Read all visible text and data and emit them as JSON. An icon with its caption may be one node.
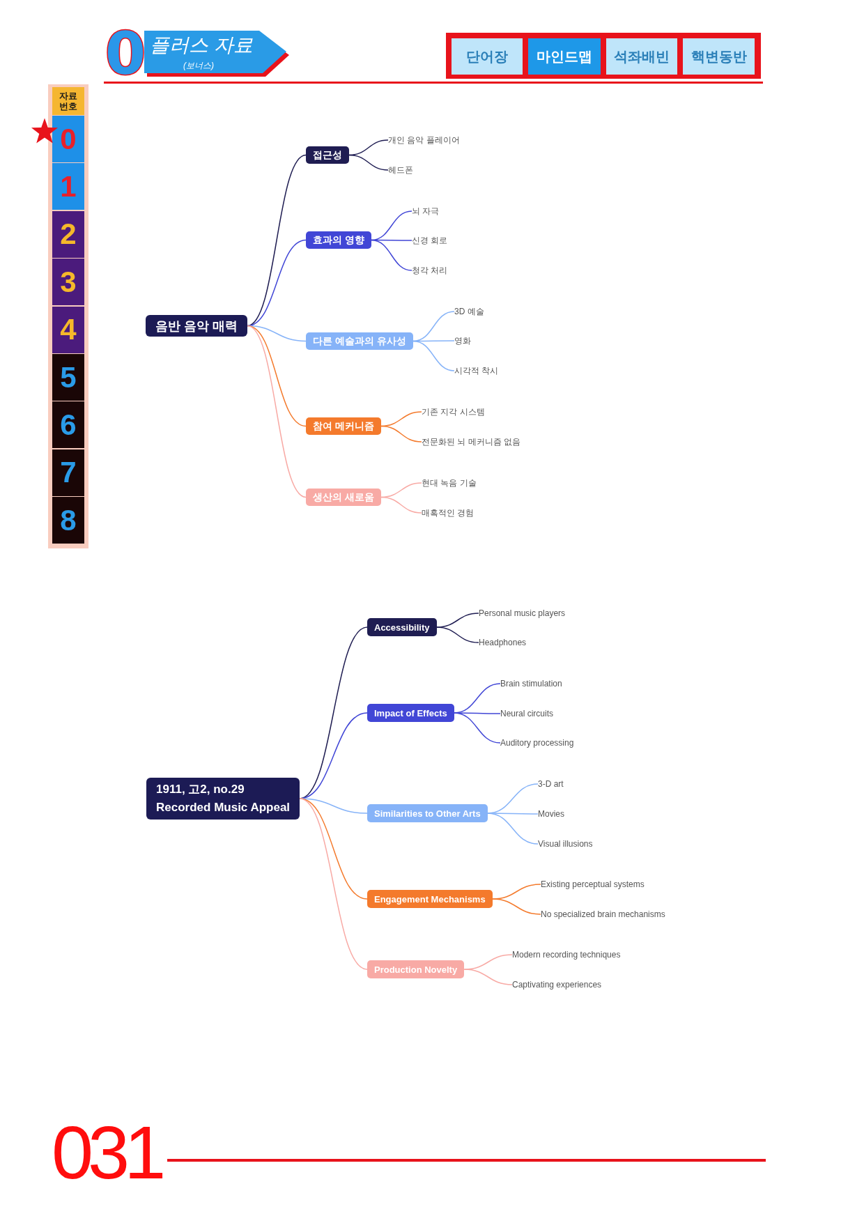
{
  "diagram": {
    "nodes": [
      {
        "text": [
          "0"
        ]
      },
      {
        "text": [
          "플러스 자료",
          "(보너스)"
        ]
      },
      {
        "text": [
          "단어장"
        ]
      },
      {
        "text": [
          "마인드맵"
        ]
      },
      {
        "text": [
          "석좌배빈"
        ]
      },
      {
        "text": [
          "핵변동반"
        ]
      },
      {
        "text": [
          "자료 번호"
        ]
      },
      {
        "text": [
          "0"
        ]
      },
      {
        "text": [
          "1"
        ]
      },
      {
        "text": [
          "2"
        ]
      },
      {
        "text": [
          "3"
        ]
      },
      {
        "text": [
          "4"
        ]
      },
      {
        "text": [
          "5"
        ]
      },
      {
        "text": [
          "6"
        ]
      },
      {
        "text": [
          "7"
        ]
      },
      {
        "text": [
          "8"
        ]
      },
      {
        "text": [
          "음반 음악 매력"
        ]
      },
      {
        "text": [
          "접근성"
        ]
      },
      {
        "text": [
          "개인 음악 플레이어"
        ]
      },
      {
        "text": [
          "헤드폰"
        ]
      },
      {
        "text": [
          "효과의 영향"
        ]
      },
      {
        "text": [
          "뇌 자극"
        ]
      },
      {
        "text": [
          "신경 회로"
        ]
      },
      {
        "text": [
          "청각 처리"
        ]
      },
      {
        "text": [
          "다른 예술과의 유사성"
        ]
      },
      {
        "text": [
          "3D 예술"
        ]
      },
      {
        "text": [
          "영화"
        ]
      },
      {
        "text": [
          "시각적 착시"
        ]
      },
      {
        "text": [
          "참여 메커니즘"
        ]
      },
      {
        "text": [
          "기존 지각 시스템"
        ]
      },
      {
        "text": [
          "전문화된 뇌 메커니즘 없음"
        ]
      },
      {
        "text": [
          "생산의 새로움"
        ]
      },
      {
        "text": [
          "현대 녹음 기술"
        ]
      },
      {
        "text": [
          "매혹적인 경험"
        ]
      },
      {
        "text": [
          "1911, 고2, no.29",
          "Recorded Music Appeal"
        ]
      },
      {
        "text": [
          "Accessibility"
        ]
      },
      {
        "text": [
          "Personal music players"
        ]
      },
      {
        "text": [
          "Headphones"
        ]
      },
      {
        "text": [
          "Impact of Effects"
        ]
      },
      {
        "text": [
          "Brain stimulation"
        ]
      },
      {
        "text": [
          "Neural circuits"
        ]
      },
      {
        "text": [
          "Auditory processing"
        ]
      },
      {
        "text": [
          "Similarities to Other Arts"
        ]
      },
      {
        "text": [
          "3-D art"
        ]
      },
      {
        "text": [
          "Movies"
        ]
      },
      {
        "text": [
          "Visual illusions"
        ]
      },
      {
        "text": [
          "Engagement Mechanisms"
        ]
      },
      {
        "text": [
          "Existing perceptual systems"
        ]
      },
      {
        "text": [
          "No specialized brain mechanisms"
        ]
      },
      {
        "text": [
          "Production Novelty"
        ]
      },
      {
        "text": [
          "Modern recording techniques"
        ]
      },
      {
        "text": [
          "Captivating experiences"
        ]
      }
    ],
    "edges": [
      {
        "from": 16,
        "to": 17,
        "arrow": "none",
        "color": "#1f1d52"
      },
      {
        "from": 16,
        "to": 20,
        "arrow": "none",
        "color": "#4146d6"
      },
      {
        "from": 16,
        "to": 24,
        "arrow": "none",
        "color": "#86b3f8"
      },
      {
        "from": 16,
        "to": 28,
        "arrow": "none",
        "color": "#f47a2c"
      },
      {
        "from": 16,
        "to": 31,
        "arrow": "none",
        "color": "#f8aaa5"
      },
      {
        "from": 17,
        "to": 18,
        "arrow": "none",
        "color": "#1f1d52"
      },
      {
        "from": 17,
        "to": 19,
        "arrow": "none",
        "color": "#1f1d52"
      },
      {
        "from": 20,
        "to": 21,
        "arrow": "none",
        "color": "#4146d6"
      },
      {
        "from": 20,
        "to": 22,
        "arrow": "none",
        "color": "#4146d6"
      },
      {
        "from": 20,
        "to": 23,
        "arrow": "none",
        "color": "#4146d6"
      },
      {
        "from": 24,
        "to": 25,
        "arrow": "none",
        "color": "#86b3f8"
      },
      {
        "from": 24,
        "to": 26,
        "arrow": "none",
        "color": "#86b3f8"
      },
      {
        "from": 24,
        "to": 27,
        "arrow": "none",
        "color": "#86b3f8"
      },
      {
        "from": 28,
        "to": 29,
        "arrow": "none",
        "color": "#f47a2c"
      },
      {
        "from": 28,
        "to": 30,
        "arrow": "none",
        "color": "#f47a2c"
      },
      {
        "from": 31,
        "to": 32,
        "arrow": "none",
        "color": "#f8aaa5"
      },
      {
        "from": 31,
        "to": 33,
        "arrow": "none",
        "color": "#f8aaa5"
      },
      {
        "from": 34,
        "to": 35,
        "arrow": "none",
        "color": "#1f1d52"
      },
      {
        "from": 34,
        "to": 38,
        "arrow": "none",
        "color": "#4146d6"
      },
      {
        "from": 34,
        "to": 42,
        "arrow": "none",
        "color": "#86b3f8"
      },
      {
        "from": 34,
        "to": 46,
        "arrow": "none",
        "color": "#f47a2c"
      },
      {
        "from": 34,
        "to": 49,
        "arrow": "none",
        "color": "#f8aaa5"
      },
      {
        "from": 35,
        "to": 36,
        "arrow": "none",
        "color": "#1f1d52"
      },
      {
        "from": 35,
        "to": 37,
        "arrow": "none",
        "color": "#1f1d52"
      },
      {
        "from": 38,
        "to": 39,
        "arrow": "none",
        "color": "#4146d6"
      },
      {
        "from": 38,
        "to": 40,
        "arrow": "none",
        "color": "#4146d6"
      },
      {
        "from": 38,
        "to": 41,
        "arrow": "none",
        "color": "#4146d6"
      },
      {
        "from": 42,
        "to": 43,
        "arrow": "none",
        "color": "#86b3f8"
      },
      {
        "from": 42,
        "to": 44,
        "arrow": "none",
        "color": "#86b3f8"
      },
      {
        "from": 42,
        "to": 45,
        "arrow": "none",
        "color": "#86b3f8"
      },
      {
        "from": 46,
        "to": 47,
        "arrow": "none",
        "color": "#f47a2c"
      },
      {
        "from": 46,
        "to": 48,
        "arrow": "none",
        "color": "#f47a2c"
      },
      {
        "from": 49,
        "to": 50,
        "arrow": "none",
        "color": "#f8aaa5"
      },
      {
        "from": 49,
        "to": 51,
        "arrow": "none",
        "color": "#f8aaa5"
      }
    ],
    "labels": [
      "031"
    ]
  }
}
